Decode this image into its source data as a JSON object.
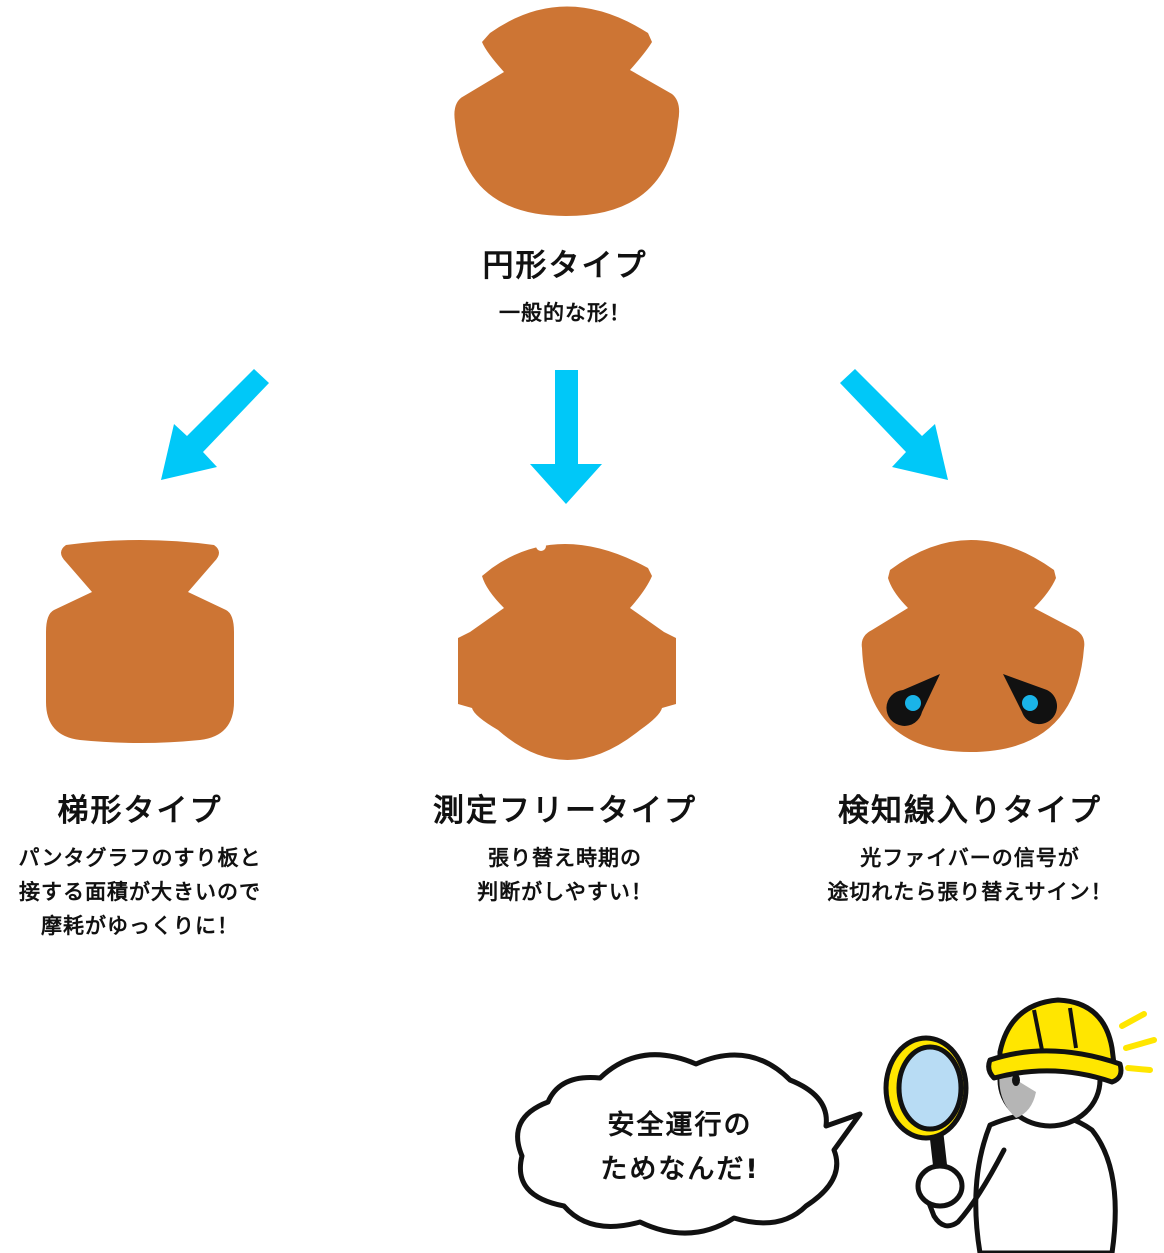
{
  "colors": {
    "shoe": "#cd7534",
    "arrow": "#00c8f8",
    "sensor": "#1ab4e8",
    "helmet": "#ffe600",
    "lens": "#b8dcf4",
    "ink": "#111111"
  },
  "top": {
    "title": "円形タイプ",
    "desc": "一般的な形！"
  },
  "types": [
    {
      "id": "trapezoid",
      "title": "梯形タイプ",
      "desc_lines": [
        "パンタグラフのすり板と",
        "接する面積が大きいので",
        "摩耗がゆっくりに！"
      ]
    },
    {
      "id": "measure-free",
      "title": "測定フリータイプ",
      "desc_lines": [
        "張り替え時期の",
        "判断がしやすい！"
      ]
    },
    {
      "id": "detection-line",
      "title": "検知線入りタイプ",
      "desc_lines": [
        "光ファイバーの信号が",
        "途切れたら張り替えサイン！"
      ]
    }
  ],
  "speech": {
    "lines": [
      "安全運行の",
      "ためなんだ!"
    ]
  },
  "icons": {
    "arrows": [
      "arrow-down-left-icon",
      "arrow-down-icon",
      "arrow-down-right-icon"
    ],
    "character": "inspector-with-magnifier-icon"
  }
}
